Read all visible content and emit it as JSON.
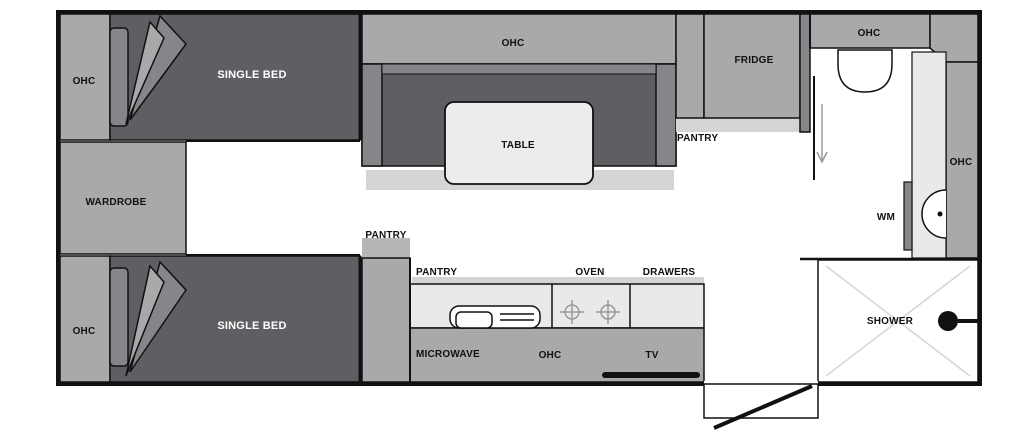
{
  "colors": {
    "wall": "#111111",
    "light_grey": "#a8a9ab",
    "mid_grey": "#858689",
    "dark_grey": "#5e5f62",
    "table_fill": "#ececec",
    "shadow": "#d4d4d4",
    "bench": "#e9e9e9",
    "background": "#ffffff"
  },
  "labels": {
    "ohc_bed_top": "OHC",
    "single_bed_top": "SINGLE BED",
    "wardrobe": "WARDROBE",
    "ohc_bed_bottom": "OHC",
    "single_bed_bottom": "SINGLE BED",
    "ohc_dinette": "OHC",
    "table": "TABLE",
    "fridge": "FRIDGE",
    "pantry_fridge": "PANTRY",
    "ohc_bathroom_top": "OHC",
    "ohc_bathroom_right": "OHC",
    "wm": "WM",
    "pantry_tall": "PANTRY",
    "pantry_kitchen": "PANTRY",
    "oven": "OVEN",
    "drawers": "DRAWERS",
    "microwave": "MICROWAVE",
    "ohc_kitchen": "OHC",
    "tv": "TV",
    "shower": "SHOWER"
  }
}
